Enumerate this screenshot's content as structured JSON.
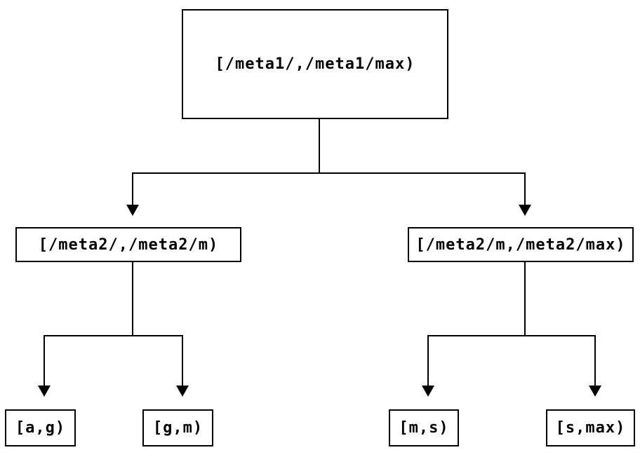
{
  "diagram": {
    "type": "binary-interval-tree",
    "background_color": "#ffffff",
    "line_color": "#000000",
    "text_color": "#000000",
    "nodes": {
      "root": {
        "label": "[/meta1/,/meta1/max)"
      },
      "level2_left": {
        "label": "[/meta2/,/meta2/m)"
      },
      "level2_right": {
        "label": "[/meta2/m,/meta2/max)"
      },
      "leaf_ag": {
        "label": "[a,g)"
      },
      "leaf_gm": {
        "label": "[g,m)"
      },
      "leaf_ms": {
        "label": "[m,s)"
      },
      "leaf_smax": {
        "label": "[s,max)"
      }
    },
    "edges": [
      {
        "from": "root",
        "to": "level2_left"
      },
      {
        "from": "root",
        "to": "level2_right"
      },
      {
        "from": "level2_left",
        "to": "leaf_ag"
      },
      {
        "from": "level2_left",
        "to": "leaf_gm"
      },
      {
        "from": "level2_right",
        "to": "leaf_ms"
      },
      {
        "from": "level2_right",
        "to": "leaf_smax"
      }
    ]
  }
}
